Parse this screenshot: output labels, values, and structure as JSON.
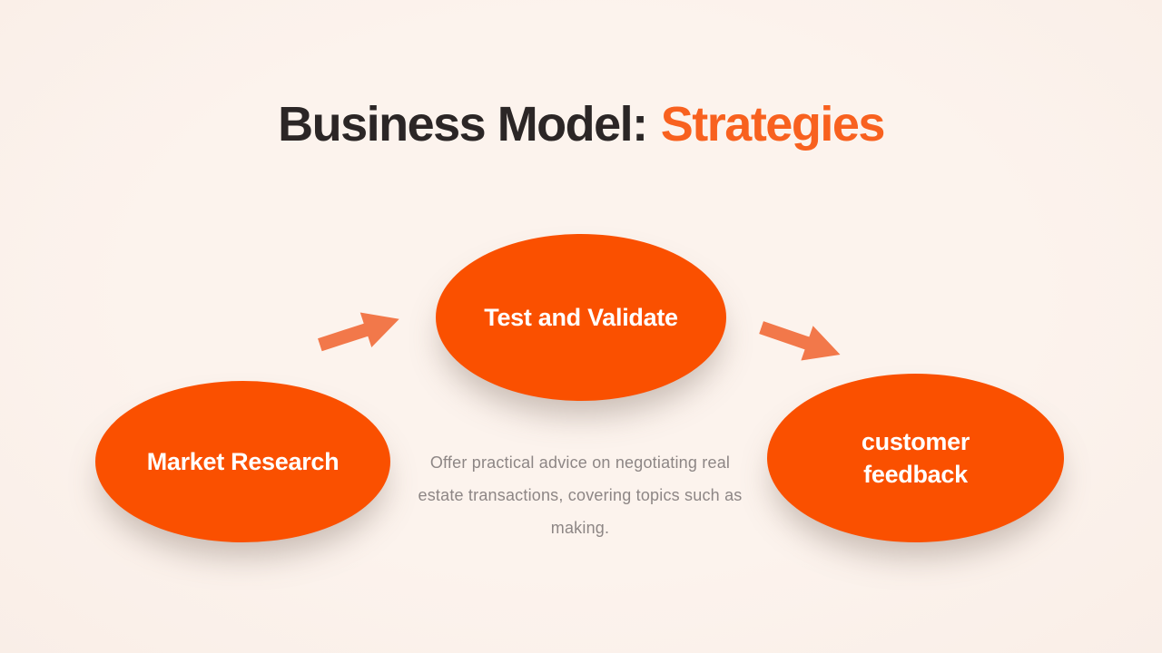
{
  "title": {
    "prefix": "Business Model:",
    "highlight": "Strategies"
  },
  "nodes": [
    {
      "id": "market-research",
      "label": "Market Research"
    },
    {
      "id": "test-and-validate",
      "label": "Test and Validate"
    },
    {
      "id": "customer-feedback",
      "label": "customer feedback"
    }
  ],
  "arrows": [
    {
      "id": "arrow-market-to-test",
      "direction": "up-right"
    },
    {
      "id": "arrow-test-to-feedback",
      "direction": "down-right"
    }
  ],
  "description": "Offer practical advice on negotiating real estate transactions, covering topics such as making.",
  "colors": {
    "background": "#FCF2EC",
    "ellipse": "#FA5000",
    "arrow": "#F2784A",
    "title_dark": "#2B2626",
    "title_accent": "#F8611F",
    "body_text": "#8D8685",
    "node_label": "#FFFFFF"
  }
}
